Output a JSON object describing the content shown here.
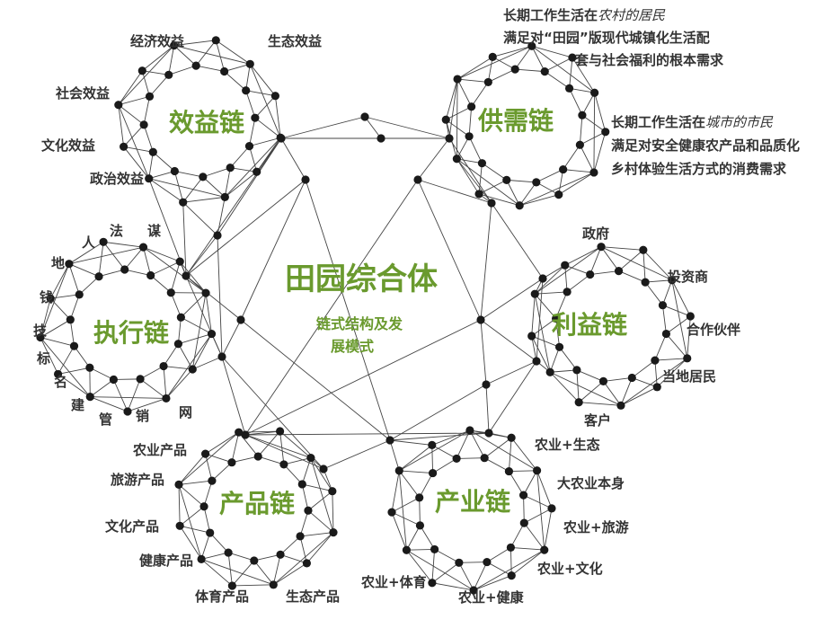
{
  "center": {
    "title": "田园综合体",
    "subtitle_line1": "链式结构及发",
    "subtitle_line2": "展模式"
  },
  "chains": {
    "benefit": {
      "name": "效益链",
      "labels": [
        "经济效益",
        "生态效益",
        "社会效益",
        "文化效益",
        "政治效益"
      ]
    },
    "supply": {
      "name": "供需链",
      "group1": {
        "line1_prefix": "长期工作生活在",
        "line1_italic": "农村的居民",
        "line2": "满足对“田园”版现代城镇化生活配",
        "line3": "套与社会福利的根本需求"
      },
      "group2": {
        "line1_prefix": "长期工作生活在",
        "line1_italic": "城市的市民",
        "line2": "满足对安全健康农产品和品质化",
        "line3": "乡村体验生活方式的消费需求"
      }
    },
    "execution": {
      "name": "执行链",
      "labels": [
        "谋",
        "法",
        "人",
        "地",
        "钱",
        "技",
        "标",
        "名",
        "建",
        "管",
        "销",
        "网"
      ]
    },
    "interest": {
      "name": "利益链",
      "labels": [
        "政府",
        "投资商",
        "合作伙伴",
        "当地居民",
        "客户"
      ]
    },
    "product": {
      "name": "产品链",
      "labels": [
        "农业产品",
        "旅游产品",
        "文化产品",
        "健康产品",
        "体育产品",
        "生态产品"
      ]
    },
    "industry": {
      "name": "产业链",
      "labels": [
        "农业+生态",
        "大农业本身",
        "农业+旅游",
        "农业+文化",
        "农业+健康",
        "农业+体育"
      ]
    }
  },
  "colors": {
    "accent_green": "#6a9a2e",
    "line": "#444444",
    "node": "#1a1a1a",
    "label": "#333333"
  }
}
